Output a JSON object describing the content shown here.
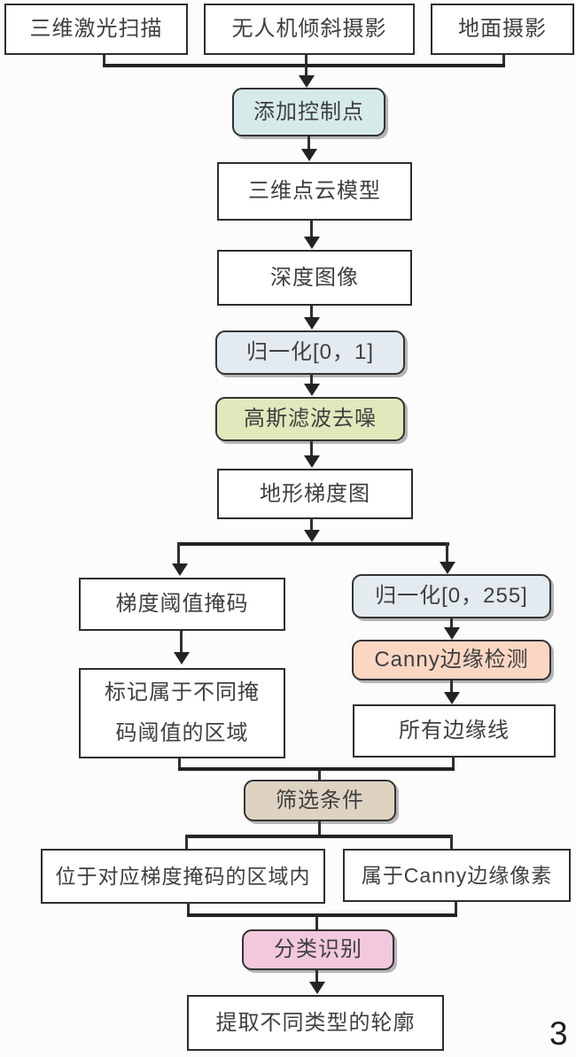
{
  "page_number": "3",
  "colors": {
    "line": "#232323",
    "box_border": "#2d2d2d",
    "box_fill_white": "#ffffff",
    "teal": "#d6ebe9",
    "blue_gray": "#e3ebf1",
    "green": "#dfe9bc",
    "salmon": "#fad6c3",
    "tan": "#ded3c3",
    "pink": "#f3c8dc",
    "text": "#3f3f3f"
  },
  "nodes": {
    "laser_scan": {
      "label": "三维激光扫描"
    },
    "uav_photography": {
      "label": "无人机倾斜摄影"
    },
    "ground_photography": {
      "label": "地面摄影"
    },
    "add_control_points": {
      "label": "添加控制点",
      "fill": "#d6ebe9"
    },
    "point_cloud_model": {
      "label": "三维点云模型"
    },
    "depth_image": {
      "label": "深度图像"
    },
    "normalize_01": {
      "label": "归一化[0，1]",
      "fill": "#e3ebf1"
    },
    "gaussian_filter": {
      "label": "高斯滤波去噪",
      "fill": "#dfe9bc"
    },
    "terrain_gradient_map": {
      "label": "地形梯度图"
    },
    "gradient_threshold_mask": {
      "label": "梯度阈值掩码"
    },
    "mark_regions": {
      "label": "标记属于不同掩\n码阈值的区域"
    },
    "normalize_0255": {
      "label": "归一化[0，255]",
      "fill": "#e3ebf1"
    },
    "canny_edge_detection": {
      "label": "Canny边缘检测",
      "fill": "#fad6c3"
    },
    "all_edge_lines": {
      "label": "所有边缘线"
    },
    "filter_conditions": {
      "label": "筛选条件",
      "fill": "#ded3c3"
    },
    "within_gradient_mask_region": {
      "label": "位于对应梯度掩码的区域内"
    },
    "belongs_to_canny_edge_pixels": {
      "label": "属于Canny边缘像素"
    },
    "classification_recognition": {
      "label": "分类识别",
      "fill": "#f3c8dc"
    },
    "extract_contours": {
      "label": "提取不同类型的轮廓"
    }
  }
}
